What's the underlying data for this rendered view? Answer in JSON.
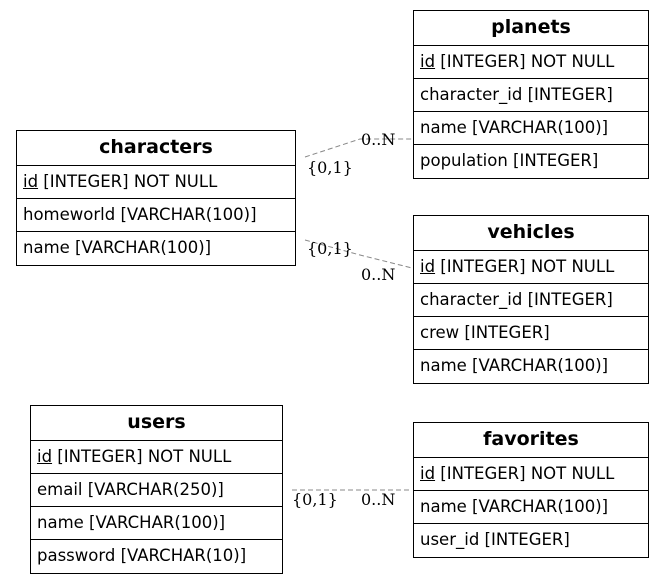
{
  "entities": {
    "characters": {
      "title": "characters",
      "fields": [
        {
          "name": "id",
          "type": " [INTEGER] NOT NULL"
        },
        {
          "name": "homeworld [VARCHAR(100)]"
        },
        {
          "name": "name [VARCHAR(100)]"
        }
      ]
    },
    "planets": {
      "title": "planets",
      "fields": [
        {
          "name": "id",
          "type": " [INTEGER] NOT NULL"
        },
        {
          "name": "character_id [INTEGER]"
        },
        {
          "name": "name [VARCHAR(100)]"
        },
        {
          "name": "population [INTEGER]"
        }
      ]
    },
    "vehicles": {
      "title": "vehicles",
      "fields": [
        {
          "name": "id",
          "type": " [INTEGER] NOT NULL"
        },
        {
          "name": "character_id [INTEGER]"
        },
        {
          "name": "crew [INTEGER]"
        },
        {
          "name": "name [VARCHAR(100)]"
        }
      ]
    },
    "users": {
      "title": "users",
      "fields": [
        {
          "name": "id",
          "type": " [INTEGER] NOT NULL"
        },
        {
          "name": "email [VARCHAR(250)]"
        },
        {
          "name": "name [VARCHAR(100)]"
        },
        {
          "name": "password [VARCHAR(10)]"
        }
      ]
    },
    "favorites": {
      "title": "favorites",
      "fields": [
        {
          "name": "id",
          "type": " [INTEGER] NOT NULL"
        },
        {
          "name": "name [VARCHAR(100)]"
        },
        {
          "name": "user_id [INTEGER]"
        }
      ]
    }
  },
  "relationships": [
    {
      "from": "characters",
      "to": "planets",
      "from_card": "{0,1}",
      "to_card": "0..N"
    },
    {
      "from": "characters",
      "to": "vehicles",
      "from_card": "{0,1}",
      "to_card": "0..N"
    },
    {
      "from": "users",
      "to": "favorites",
      "from_card": "{0,1}",
      "to_card": "0..N"
    }
  ],
  "colors": {
    "border": "#000000",
    "relationship_line": "#888888",
    "background": "#ffffff"
  }
}
